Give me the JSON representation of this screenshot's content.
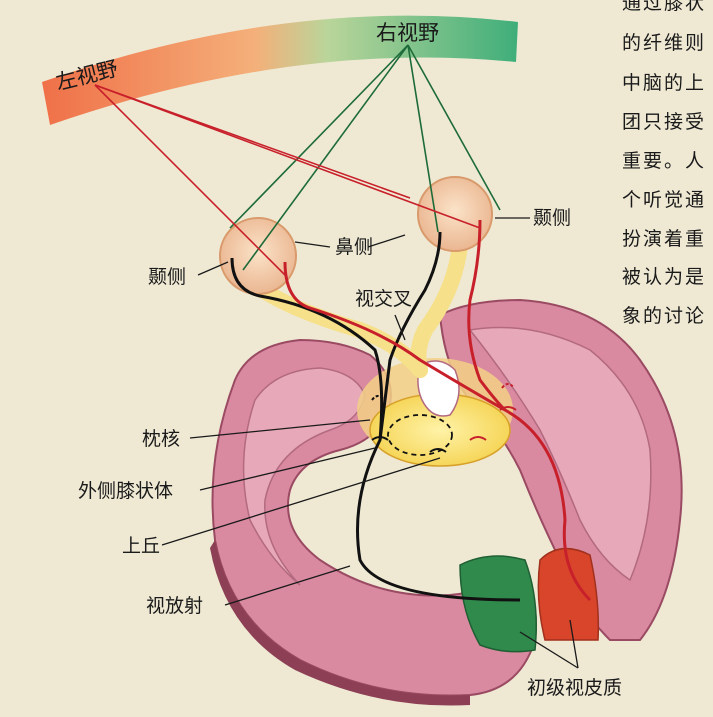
{
  "visual_field": {
    "left": "左视野",
    "right": "右视野"
  },
  "labels": {
    "temporal_left": "颞侧",
    "temporal_right": "颞侧",
    "nasal": "鼻侧",
    "optic_chiasm": "视交叉",
    "pulvinar": "枕核",
    "lgn": "外侧膝状体",
    "superior_colliculus": "上丘",
    "optic_radiation": "视放射",
    "primary_visual_cortex": "初级视皮质"
  },
  "body_text": [
    "通过膝状",
    "的纤维则",
    "中脑的上",
    "团只接受",
    "重要。人",
    "个听觉通",
    "扮演着重",
    "被认为是",
    "象的讨论"
  ],
  "colors": {
    "background": "#efe9d4",
    "left_field": "#f07a4a",
    "right_field": "#3fae7a",
    "left_pathway": "#c8202a",
    "right_pathway": "#111111",
    "brain": "#d98aa0",
    "cortex_left_v1": "#2f8a4c",
    "cortex_right_v1": "#d8452a"
  }
}
